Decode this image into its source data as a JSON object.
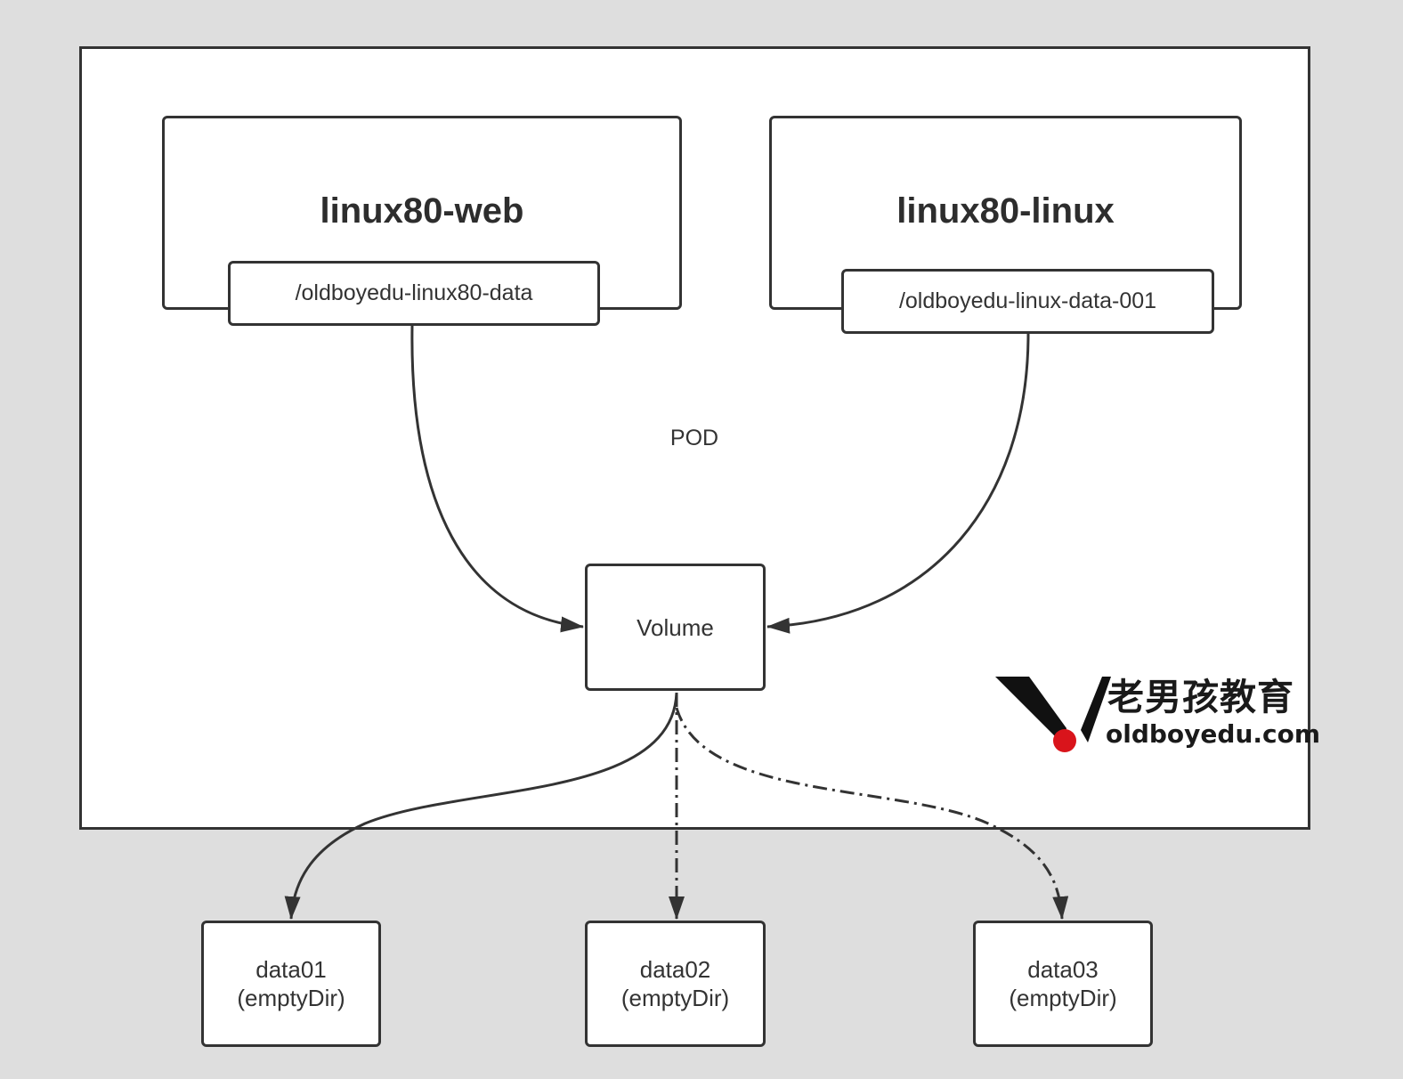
{
  "pod": {
    "label": "POD"
  },
  "containers": [
    {
      "name": "linux80-web",
      "mount_path": "/oldboyedu-linux80-data"
    },
    {
      "name": "linux80-linux",
      "mount_path": "/oldboyedu-linux-data-001"
    }
  ],
  "volume": {
    "label": "Volume"
  },
  "storages": [
    {
      "name": "data01",
      "type": "(emptyDir)",
      "line_style": "solid"
    },
    {
      "name": "data02",
      "type": "(emptyDir)",
      "line_style": "dash-dot"
    },
    {
      "name": "data03",
      "type": "(emptyDir)",
      "line_style": "dash-dot"
    }
  ],
  "logo": {
    "text_cn": "老男孩教育",
    "text_en": "oldboyedu.com",
    "accent_color": "#d9141b"
  },
  "colors": {
    "background": "#dedede",
    "stroke": "#333333",
    "fill": "#ffffff"
  }
}
